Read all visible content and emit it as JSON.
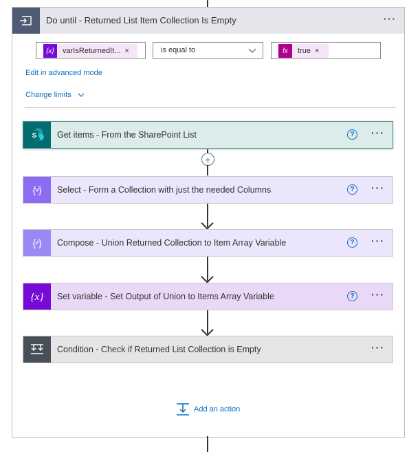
{
  "loop": {
    "title": "Do until - Returned List Item Collection Is Empty",
    "icon": "loop-icon",
    "more_label": "···",
    "condition": {
      "left_token": "varIsReturnedIt...",
      "left_token_icon": "{x}",
      "operator": "is equal to",
      "right_token": "true",
      "right_token_icon": "fx",
      "remove_label": "×"
    },
    "edit_advanced_label": "Edit in advanced mode",
    "change_limits_label": "Change limits"
  },
  "actions": [
    {
      "label": "Get items - From the SharePoint List",
      "icon": "sharepoint-icon",
      "color": "#036c70",
      "bg": "#dbecea"
    },
    {
      "label": "Select - Form a Collection with just the needed Columns",
      "icon": "select-icon",
      "color": "#8c6cf2",
      "bg": "#ece6fd"
    },
    {
      "label": "Compose - Union Returned Collection to Item Array Variable",
      "icon": "compose-icon",
      "color": "#9b88f5",
      "bg": "#ece6fd"
    },
    {
      "label": "Set variable - Set Output of Union to Items Array Variable",
      "icon": "variable-icon",
      "color": "#770bd6",
      "bg": "#ead8f7"
    },
    {
      "label": "Condition - Check if Returned List Collection is Empty",
      "icon": "condition-icon",
      "color": "#484f58",
      "bg": "#e5e5e5"
    }
  ],
  "help_label": "?",
  "more_label": "···",
  "add_action_label": "Add an action",
  "insert_step_label": "+"
}
